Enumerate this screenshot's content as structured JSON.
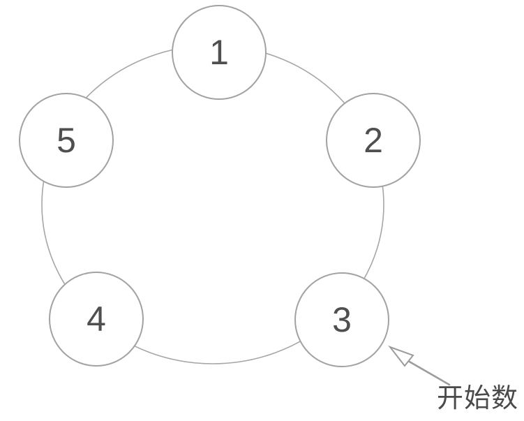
{
  "diagram": {
    "type": "circle-counting-ring",
    "nodes": [
      {
        "label": "1"
      },
      {
        "label": "2"
      },
      {
        "label": "3"
      },
      {
        "label": "4"
      },
      {
        "label": "5"
      }
    ],
    "annotation": {
      "label": "开始数",
      "points_to_node": "3"
    }
  },
  "colors": {
    "ring_stroke": "#a6a6a6",
    "circle_stroke": "#a2a2a2",
    "number_text": "#4f4f4f",
    "annotation_text": "#4a4a4a",
    "arrow": "#9c9c9c",
    "background": "#ffffff"
  }
}
